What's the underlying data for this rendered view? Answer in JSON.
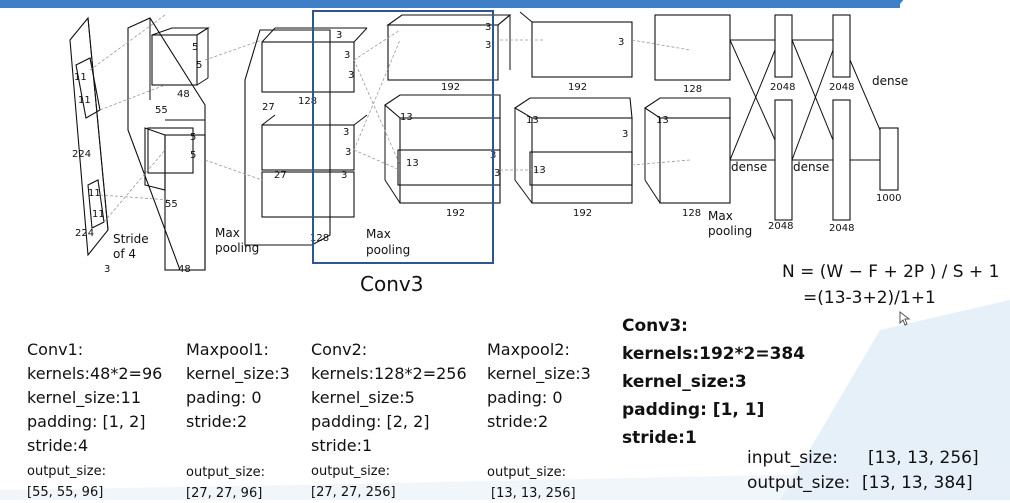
{
  "diagram": {
    "labels": {
      "in_11a": "11",
      "in_11b": "11",
      "in_224a": "224",
      "in_224b": "224",
      "in_11c": "11",
      "in_11d": "11",
      "in_3": "3",
      "stride_line1": "Stride",
      "stride_line2": "of 4",
      "c1_5a": "5",
      "c1_5b": "5",
      "c1_5c": "5",
      "c1_5d": "5",
      "c1_48a": "48",
      "c1_48b": "48",
      "c1_55a": "55",
      "c1_55b": "55",
      "mp1_line1": "Max",
      "mp1_line2": "pooling",
      "c2_27a": "27",
      "c2_27b": "27",
      "c2_128a": "128",
      "c2_128b": "128",
      "c2_3a": "3",
      "c2_3b": "3",
      "c2_3c": "3",
      "c2_3d": "3",
      "c2_3e": "3",
      "c2_3f": "3",
      "mp2_line1": "Max",
      "mp2_line2": "pooling",
      "c3_13a": "13",
      "c3_13b": "13",
      "c3_3a": "3",
      "c3_3b": "3",
      "c3_3c": "3",
      "c3_3d": "3",
      "c3_192a": "192",
      "c3_192b": "192",
      "c4_13a": "13",
      "c4_13b": "13",
      "c4_3a": "3",
      "c4_3b": "3",
      "c4_192a": "192",
      "c4_192b": "192",
      "c5_13a": "13",
      "c5_128a": "128",
      "c5_128b": "128",
      "mp3_line1": "Max",
      "mp3_line2": "pooling",
      "fc_2048a": "2048",
      "fc_2048b": "2048",
      "fc_2048c": "2048",
      "fc_2048d": "2048",
      "dense_a": "dense",
      "dense_b": "dense",
      "dense_c": "dense",
      "out_1000": "1000"
    },
    "highlight_caption": "Conv3",
    "highlight_color": "#2f5597"
  },
  "formula": {
    "line1": "N = (W − F + 2P ) / S + 1",
    "line2": "=(13-3+2)/1+1"
  },
  "columns": {
    "conv1": {
      "title": "Conv1:",
      "l1": "kernels:48*2=96",
      "l2": "kernel_size:11",
      "l3": "padding: [1, 2]",
      "l4": "stride:4",
      "out_label": "output_size:",
      "out_value": "[55, 55, 96]"
    },
    "maxpool1": {
      "title": "Maxpool1:",
      "l1": "kernel_size:3",
      "l2": "pading: 0",
      "l3": "stride:2",
      "out_label": "output_size:",
      "out_value": "[27, 27, 96]"
    },
    "conv2": {
      "title": "Conv2:",
      "l1": "kernels:128*2=256",
      "l2": "kernel_size:5",
      "l3": "padding: [2, 2]",
      "l4": "stride:1",
      "out_label": "output_size:",
      "out_value": "[27, 27, 256]"
    },
    "maxpool2": {
      "title": "Maxpool2:",
      "l1": "kernel_size:3",
      "l2": "pading: 0",
      "l3": "stride:2",
      "out_label": "output_size:",
      "out_value": "[13, 13, 256]"
    },
    "conv3": {
      "title": "Conv3:",
      "l1": "kernels:192*2=384",
      "l2": "kernel_size:3",
      "l3": "padding: [1, 1]",
      "l4": "stride:1"
    }
  },
  "io": {
    "input_label": "input_size:",
    "input_value": "[13, 13, 256]",
    "output_label": "output_size:",
    "output_value": "[13, 13, 384]"
  }
}
